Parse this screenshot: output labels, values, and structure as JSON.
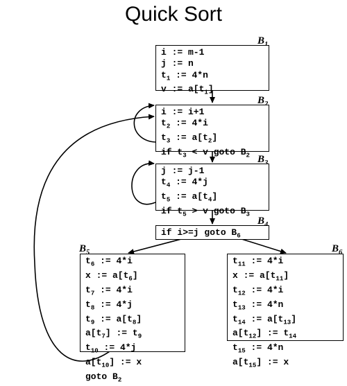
{
  "title": "Quick Sort",
  "blocks": [
    {
      "label": "B",
      "label_sub": "1",
      "lines": [
        "i := m-1",
        "j := n",
        "t{1} := 4*n",
        "v := a[t{1}]"
      ]
    },
    {
      "label": "B",
      "label_sub": "2",
      "lines": [
        "i := i+1",
        "t{2} := 4*i",
        "t{3} := a[t{2}]",
        "if t{3} < v goto B{2}"
      ]
    },
    {
      "label": "B",
      "label_sub": "3",
      "lines": [
        "j := j-1",
        "t{4} := 4*j",
        "t{5} := a[t{4}]",
        "if t{5} > v goto B{3}"
      ]
    },
    {
      "label": "B",
      "label_sub": "4",
      "lines": [
        "if i>=j goto B{6}"
      ]
    },
    {
      "label": "B",
      "label_sub": "5",
      "lines": [
        "t{6} := 4*i",
        "x := a[t{6}]",
        "t{7} := 4*i",
        "t{8} := 4*j",
        "t{9} := a[t{8}]",
        "a[t{7}] := t{9}",
        "t{10} := 4*j",
        "a[t{10}] := x",
        "goto B{2}"
      ]
    },
    {
      "label": "B",
      "label_sub": "6",
      "lines": [
        "t{11} := 4*i",
        "x := a[t{11}]",
        "t{12} := 4*i",
        "t{13} := 4*n",
        "t{14} := a[t{13}]",
        "a[t{12}] := t{14}",
        "t{15} := 4*n",
        "a[t{15}] := x"
      ]
    }
  ]
}
